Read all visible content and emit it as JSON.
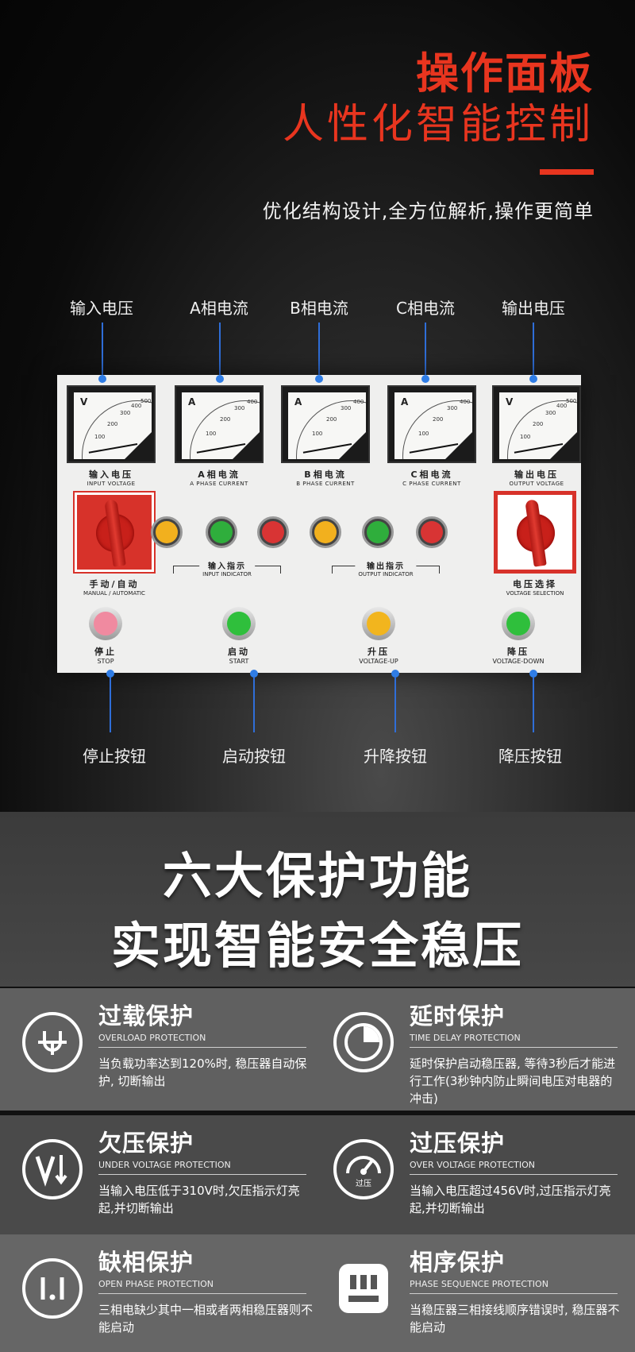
{
  "header": {
    "title_line1": "操作面板",
    "title_line2": "人性化智能控制",
    "subtitle": "优化结构设计,全方位解析,操作更简单",
    "accent_color": "#e8351f"
  },
  "top_labels": [
    "输入电压",
    "A相电流",
    "B相电流",
    "C相电流",
    "输出电压"
  ],
  "bottom_labels": [
    "停止按钮",
    "启动按钮",
    "升降按钮",
    "降压按钮"
  ],
  "panel": {
    "meters": [
      {
        "unit": "V",
        "cn": "输入电压",
        "en": "INPUT VOLTAGE",
        "ticks": [
          "100",
          "200",
          "300",
          "400",
          "500"
        ]
      },
      {
        "unit": "A",
        "cn": "A相电流",
        "en": "A PHASE CURRENT",
        "ticks": [
          "100",
          "200",
          "300",
          "400"
        ]
      },
      {
        "unit": "A",
        "cn": "B相电流",
        "en": "B PHASE CURRENT",
        "ticks": [
          "100",
          "200",
          "300",
          "400"
        ]
      },
      {
        "unit": "A",
        "cn": "C相电流",
        "en": "C PHASE CURRENT",
        "ticks": [
          "100",
          "200",
          "300",
          "400"
        ]
      },
      {
        "unit": "V",
        "cn": "输出电压",
        "en": "OUTPUT VOLTAGE",
        "ticks": [
          "100",
          "200",
          "300",
          "400",
          "500"
        ]
      }
    ],
    "left_switch": {
      "cn": "手动/自动",
      "en": "MANUAL / AUTOMATIC"
    },
    "right_switch": {
      "cn": "电压选择",
      "en": "VOLTAGE SELECTION"
    },
    "input_indicator": {
      "cn": "输入指示",
      "en": "INPUT INDICATOR"
    },
    "output_indicator": {
      "cn": "输出指示",
      "en": "OUTPUT INDICATOR"
    },
    "lamp_colors": [
      "#f2b01e",
      "#2fae3c",
      "#d83434",
      "#f2b01e",
      "#2fae3c",
      "#d83434"
    ],
    "buttons": [
      {
        "cn": "停止",
        "en": "STOP",
        "color": "#f08aa0"
      },
      {
        "cn": "启动",
        "en": "START",
        "color": "#2fbf3c"
      },
      {
        "cn": "升压",
        "en": "VOLTAGE-UP",
        "color": "#f2b51e"
      },
      {
        "cn": "降压",
        "en": "VOLTAGE-DOWN",
        "color": "#2fbf3c"
      }
    ]
  },
  "banner": {
    "line1": "六大保护功能",
    "line2": "实现智能安全稳压"
  },
  "features": [
    {
      "title": "过载保护",
      "en": "OVERLOAD PROTECTION",
      "desc": "当负载功率达到120%时, 稳压器自动保护, 切断输出",
      "icon": "overload-icon"
    },
    {
      "title": "延时保护",
      "en": "TIME DELAY PROTECTION",
      "desc": "延时保护启动稳压器, 等待3秒后才能进行工作(3秒钟内防止瞬间电压对电器的冲击)",
      "icon": "timer-icon"
    },
    {
      "title": "欠压保护",
      "en": "UNDER VOLTAGE PROTECTION",
      "desc": "当输入电压低于310V时,欠压指示灯亮起,并切断输出",
      "icon": "undervoltage-icon"
    },
    {
      "title": "过压保护",
      "en": "OVER VOLTAGE PROTECTION",
      "desc": "当输入电压超过456V时,过压指示灯亮起,并切断输出",
      "icon": "gauge-icon",
      "icon_text": "过压"
    },
    {
      "title": "缺相保护",
      "en": "OPEN PHASE PROTECTION",
      "desc": "三相电缺少其中一相或者两相稳压器则不能启动",
      "icon": "open-phase-icon"
    },
    {
      "title": "相序保护",
      "en": "PHASE SEQUENCE PROTECTION",
      "desc": "当稳压器三相接线顺序错误时, 稳压器不能启动",
      "icon": "plug-icon"
    }
  ]
}
